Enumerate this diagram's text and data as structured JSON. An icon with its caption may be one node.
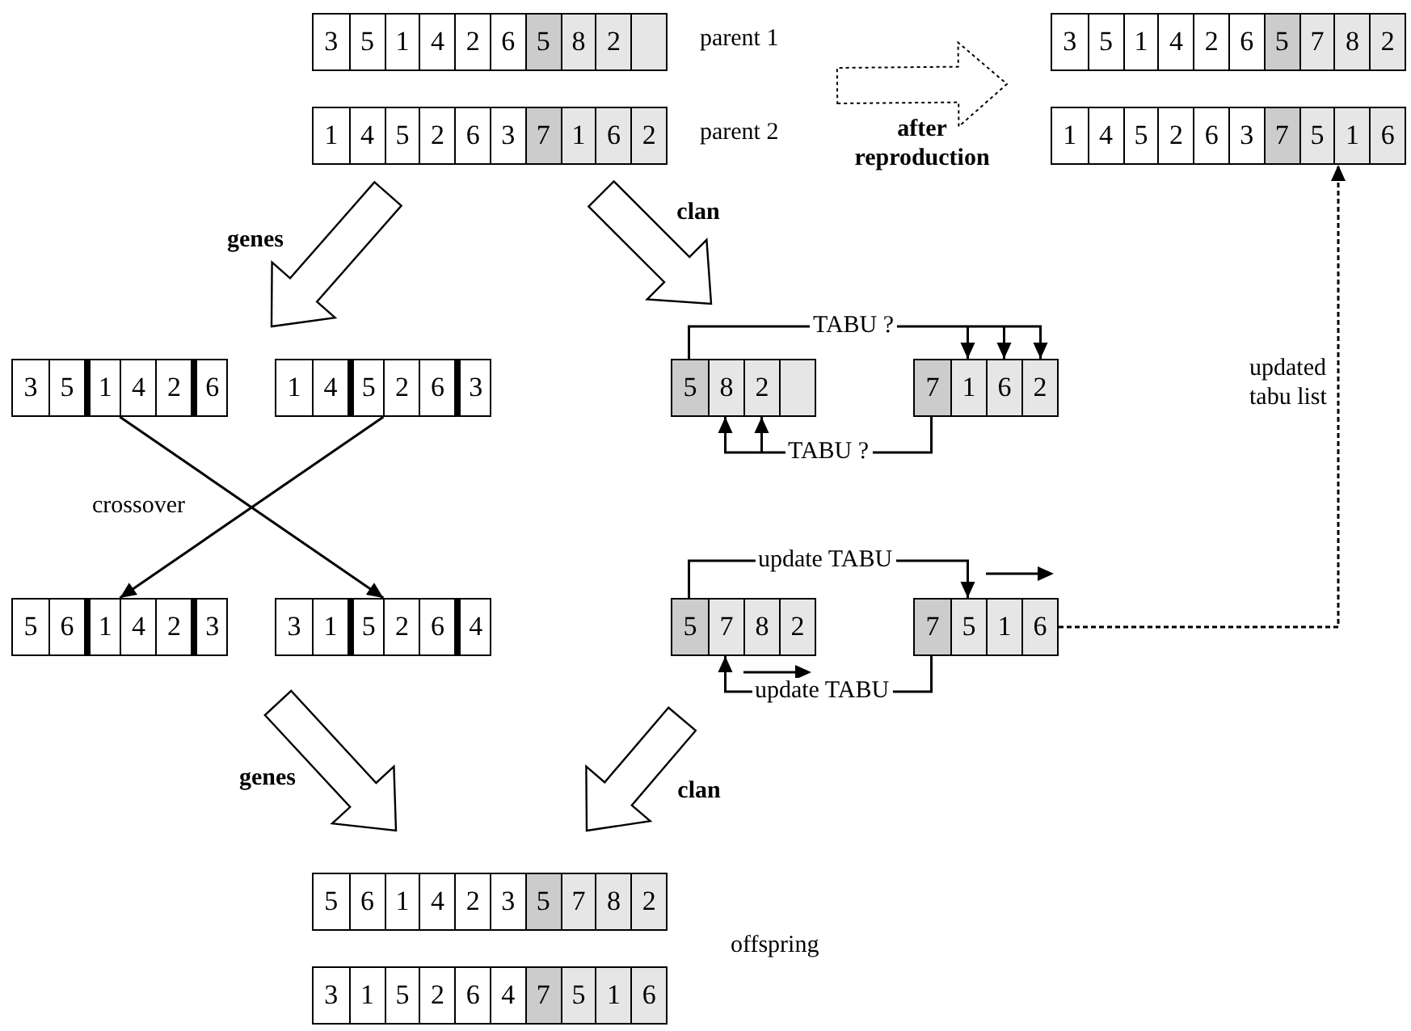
{
  "diagram": {
    "nodes": [
      {
        "text": [
          "3",
          "5",
          "1",
          "4",
          "2",
          "6",
          "5",
          "8",
          "2"
        ],
        "beside": [
          "parent 1"
        ]
      },
      {
        "text": [
          "3",
          "5",
          "1",
          "4",
          "2",
          "6",
          "5",
          "7",
          "8",
          "2"
        ]
      },
      {
        "text": [
          "1",
          "4",
          "5",
          "2",
          "6",
          "3",
          "7",
          "1",
          "6",
          "2"
        ],
        "beside": [
          "parent 2"
        ]
      },
      {
        "text": [
          "1",
          "4",
          "5",
          "2",
          "6",
          "3",
          "7",
          "5",
          "1",
          "6"
        ]
      },
      {
        "text": [
          "3",
          "5",
          "1",
          "4",
          "2",
          "6"
        ]
      },
      {
        "text": [
          "1",
          "4",
          "5",
          "2",
          "6",
          "3"
        ]
      },
      {
        "text": [
          "5",
          "8",
          "2"
        ]
      },
      {
        "text": [
          "7",
          "1",
          "6",
          "2"
        ]
      },
      {
        "text": [
          "5",
          "6",
          "1",
          "4",
          "2",
          "3"
        ]
      },
      {
        "text": [
          "3",
          "1",
          "5",
          "2",
          "6",
          "4"
        ]
      },
      {
        "text": [
          "5",
          "7",
          "8",
          "2"
        ]
      },
      {
        "text": [
          "7",
          "5",
          "1",
          "6"
        ]
      },
      {
        "text": [
          "5",
          "6",
          "1",
          "4",
          "2",
          "3",
          "5",
          "7",
          "8",
          "2"
        ]
      },
      {
        "text": [
          "3",
          "1",
          "5",
          "2",
          "6",
          "4",
          "7",
          "5",
          "1",
          "6"
        ]
      }
    ],
    "edges": [
      {
        "from": 2,
        "to": 4,
        "arrow": "to",
        "label": "genes",
        "style": "thick"
      },
      {
        "from": 2,
        "to": 6,
        "arrow": "to",
        "label": "clan",
        "style": "thick"
      },
      {
        "from": 0,
        "to": 1,
        "arrow": "to",
        "label": "after reproduction",
        "style": "dashed"
      },
      {
        "from": 4,
        "to": 9,
        "arrow": "to"
      },
      {
        "from": 5,
        "to": 8,
        "arrow": "to"
      },
      {
        "from": 6,
        "to": 7,
        "arrow": "to",
        "label": "TABU ?"
      },
      {
        "from": 7,
        "to": 6,
        "arrow": "to",
        "label": "TABU ?"
      },
      {
        "from": 10,
        "to": 11,
        "arrow": "to",
        "label": "update TABU"
      },
      {
        "from": 11,
        "to": 10,
        "arrow": "to",
        "label": "update TABU"
      },
      {
        "from": 11,
        "to": 3,
        "arrow": "to",
        "label": "updated tabu list",
        "style": "dashed"
      },
      {
        "from": 9,
        "to": 12,
        "arrow": "to",
        "label": "genes",
        "style": "thick"
      },
      {
        "from": 10,
        "to": 12,
        "arrow": "to",
        "label": "clan",
        "style": "thick"
      }
    ],
    "labels": [
      "crossover",
      "offspring"
    ]
  }
}
